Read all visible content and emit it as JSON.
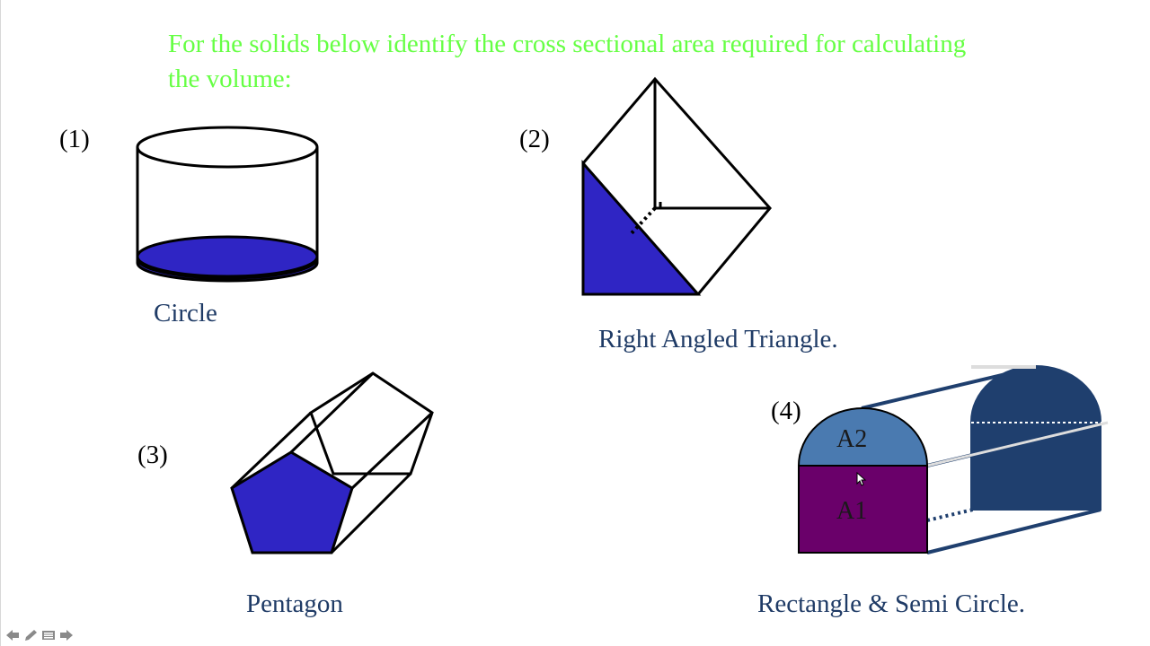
{
  "slide": {
    "title": "For the solids below identify the cross sectional area required for calculating the volume:",
    "title_color": "#66ff44",
    "caption_color": "#1f3b66",
    "fill_blue": "#2f25c4",
    "fill_navy": "#1f3f6e",
    "fill_light_blue": "#4a7ab0",
    "fill_purple": "#6a006a"
  },
  "items": [
    {
      "number": "(1)",
      "caption": "Circle"
    },
    {
      "number": "(2)",
      "caption": "Right Angled Triangle."
    },
    {
      "number": "(3)",
      "caption": "Pentagon"
    },
    {
      "number": "(4)",
      "caption": "Rectangle & Semi Circle."
    }
  ],
  "shape4_labels": {
    "a2": "A2",
    "a1": "A1"
  },
  "nav_icons": [
    "previous-arrow-icon",
    "pen-icon",
    "menu-icon",
    "next-arrow-icon"
  ]
}
